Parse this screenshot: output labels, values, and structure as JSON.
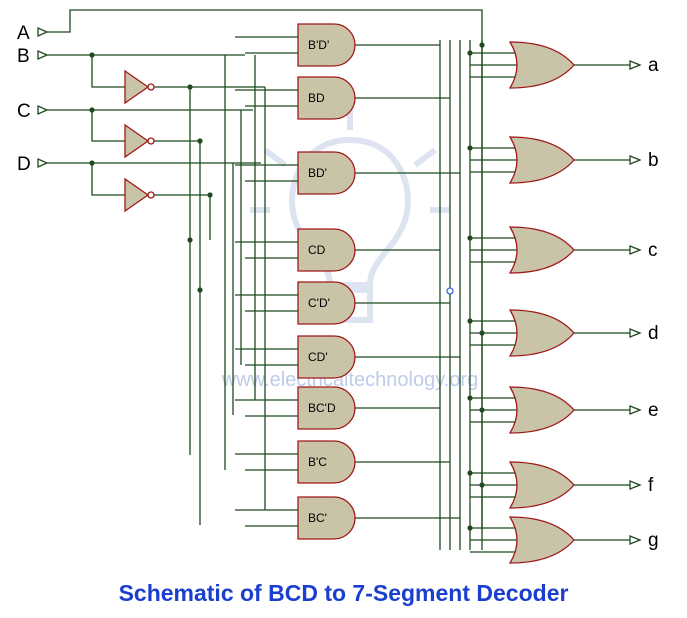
{
  "inputs": [
    "A",
    "B",
    "C",
    "D"
  ],
  "outputs": [
    "a",
    "b",
    "c",
    "d",
    "e",
    "f",
    "g"
  ],
  "and_gates": [
    "B'D'",
    "BD",
    "BD'",
    "CD",
    "C'D'",
    "CD'",
    "BC'D",
    "B'C",
    "BC'"
  ],
  "watermark": "www.electricaltechnology.org",
  "caption": "Schematic of BCD to 7-Segment Decoder",
  "colors": {
    "wire": "#1f4a1f",
    "gate_fill": "#c9c3a8",
    "gate_stroke": "#a01818",
    "caption": "#1a3fd0",
    "watermark": "#8aa2d8"
  }
}
